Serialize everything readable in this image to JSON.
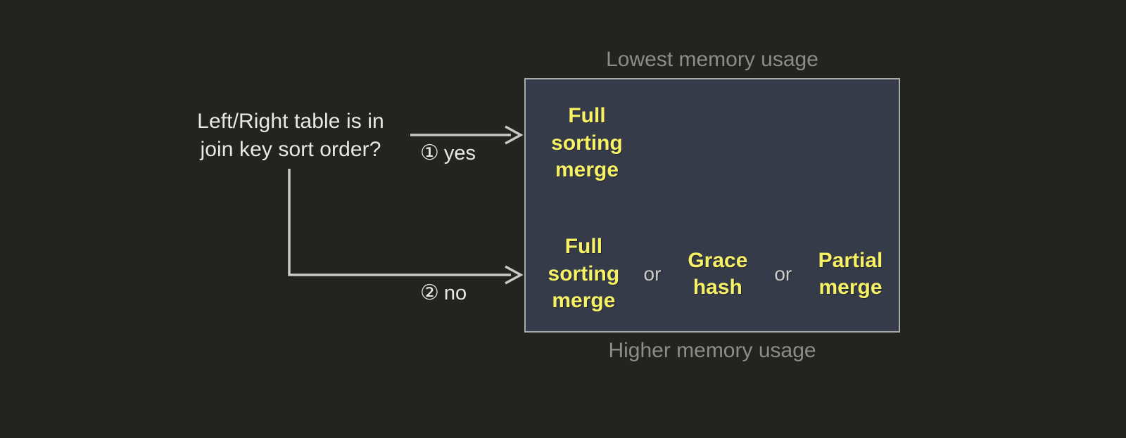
{
  "decision": {
    "question": "Left/Right table is in\njoin key sort order?"
  },
  "branches": [
    {
      "marker": "①",
      "label": "yes"
    },
    {
      "marker": "②",
      "label": "no"
    }
  ],
  "captions": {
    "top": "Lowest memory usage",
    "bottom": "Higher memory usage"
  },
  "options_box": {
    "rows": [
      {
        "items": [
          {
            "type": "option",
            "text": "Full\nsorting\nmerge"
          }
        ]
      },
      {
        "items": [
          {
            "type": "option",
            "text": "Full\nsorting\nmerge"
          },
          {
            "type": "separator",
            "text": "or"
          },
          {
            "type": "option",
            "text": "Grace\nhash"
          },
          {
            "type": "separator",
            "text": "or"
          },
          {
            "type": "option",
            "text": "Partial\nmerge"
          }
        ]
      }
    ]
  },
  "colors": {
    "background": "#232420",
    "box_fill": "#353b49",
    "box_border": "#a9a9a9",
    "option_yellow": "#f7f165",
    "separator_gray": "#ccccc9",
    "caption_gray": "#8c8c8a",
    "question_text": "#e8e8e6",
    "arrow_gray": "#c9c9c6"
  }
}
